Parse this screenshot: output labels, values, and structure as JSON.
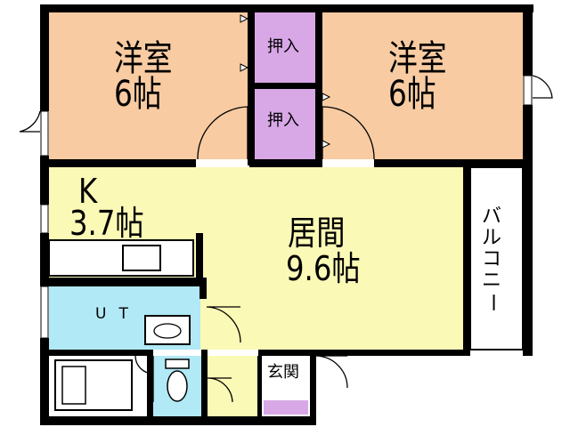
{
  "colors": {
    "western_room": "#f8cba2",
    "closet": "#d7a7e6",
    "living_kitchen": "#fbf9b6",
    "utility": "#b1eaf6",
    "wall": "#000000"
  },
  "rooms": {
    "western_left": {
      "name": "洋室",
      "size": "6帖"
    },
    "western_right": {
      "name": "洋室",
      "size": "6帖"
    },
    "closet_upper": {
      "name": "押入"
    },
    "closet_lower": {
      "name": "押入"
    },
    "kitchen": {
      "name": "K",
      "size": "3.7帖"
    },
    "living": {
      "name": "居間",
      "size": "9.6帖"
    },
    "utility": {
      "name": "UT"
    },
    "entrance": {
      "name": "玄関"
    },
    "balcony": {
      "name": "バルコニー"
    }
  }
}
